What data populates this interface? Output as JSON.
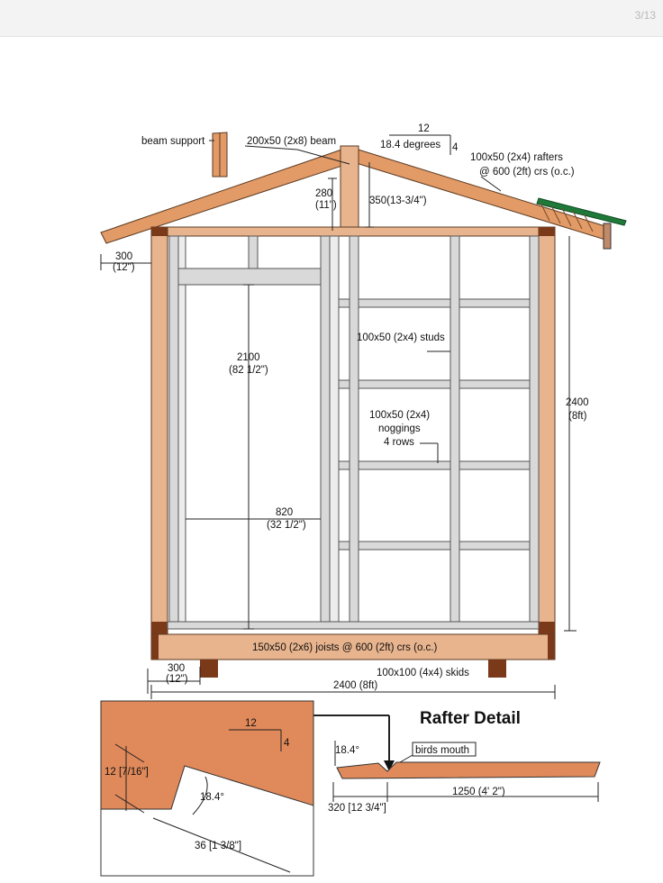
{
  "viewer": {
    "page_indicator": "3/13"
  },
  "labels": {
    "beam_support": "beam support",
    "beam": "200x50 (2x8) beam",
    "pitch_run": "12",
    "pitch_rise": "4",
    "pitch_degrees": "18.4 degrees",
    "rafters_line1": "100x50 (2x4) rafters",
    "rafters_line2": "@ 600 (2ft) crs (o.c.)",
    "dim_280": "280",
    "dim_280_imp": "(11\")",
    "dim_350": "350(13-3/4\")",
    "overhang": "300",
    "overhang_imp": "(12\")",
    "door_height": "2100",
    "door_height_imp": "(82 1/2\")",
    "studs": "100x50 (2x4) studs",
    "noggings_line1": "100x50 (2x4)",
    "noggings_line2": "noggings",
    "noggings_line3": "4 rows",
    "wall_height": "2400",
    "wall_height_imp": "(8ft)",
    "door_width": "820",
    "door_width_imp": "(32 1/2\")",
    "joists": "150x50 (2x6) joists @ 600 (2ft) crs (o.c.)",
    "skid_offset": "300",
    "skid_offset_imp": "(12\")",
    "skids": "100x100 (4x4) skids",
    "total_width": "2400 (8ft)"
  },
  "detail": {
    "title": "Rafter Detail",
    "pitch_run": "12",
    "pitch_rise": "4",
    "depth": "12 [7/16\"]",
    "angle": "18.4°",
    "seat": "36 [1 3/8\"]",
    "angle_small": "18.4°",
    "birds_mouth": "birds mouth",
    "dim_left": "320 [12 3/4\"]",
    "dim_right": "1250 (4' 2\")"
  },
  "colors": {
    "rafter": "#e29a66",
    "stud": "#e8b48e",
    "frame_light": "#d9d9d9",
    "post_dark": "#7a3a1a",
    "detail_fill": "#e0895a",
    "green_board": "#1f7a3a"
  }
}
